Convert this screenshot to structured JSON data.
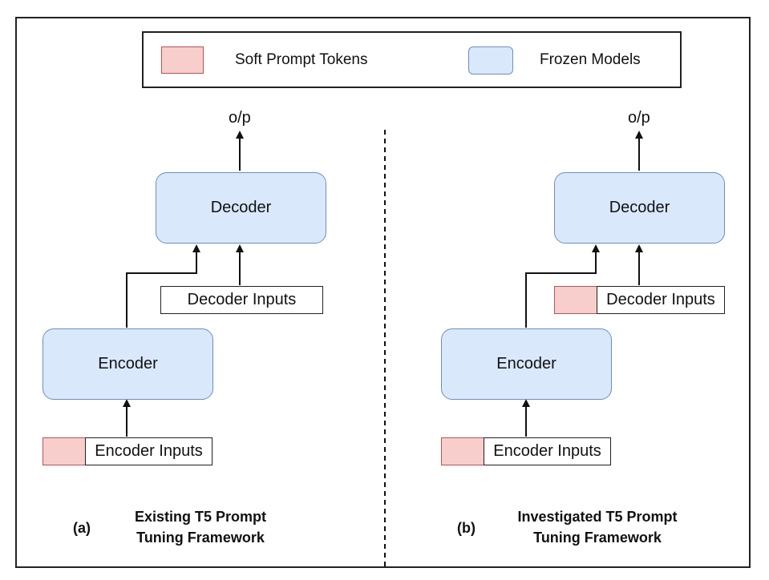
{
  "legend": {
    "soft_prompt_label": "Soft Prompt Tokens",
    "frozen_label": "Frozen Models",
    "soft_color": "#f8cecc",
    "frozen_color": "#dae8fc"
  },
  "panel_a": {
    "output_label": "o/p",
    "decoder_label": "Decoder",
    "decoder_inputs_label": "Decoder Inputs",
    "encoder_label": "Encoder",
    "encoder_inputs_label": "Encoder Inputs",
    "caption_letter": "(a)",
    "caption_line1": "Existing T5 Prompt",
    "caption_line2": "Tuning Framework"
  },
  "panel_b": {
    "output_label": "o/p",
    "decoder_label": "Decoder",
    "decoder_inputs_label": "Decoder Inputs",
    "encoder_label": "Encoder",
    "encoder_inputs_label": "Encoder Inputs",
    "caption_letter": "(b)",
    "caption_line1": "Investigated T5 Prompt",
    "caption_line2": "Tuning Framework"
  }
}
